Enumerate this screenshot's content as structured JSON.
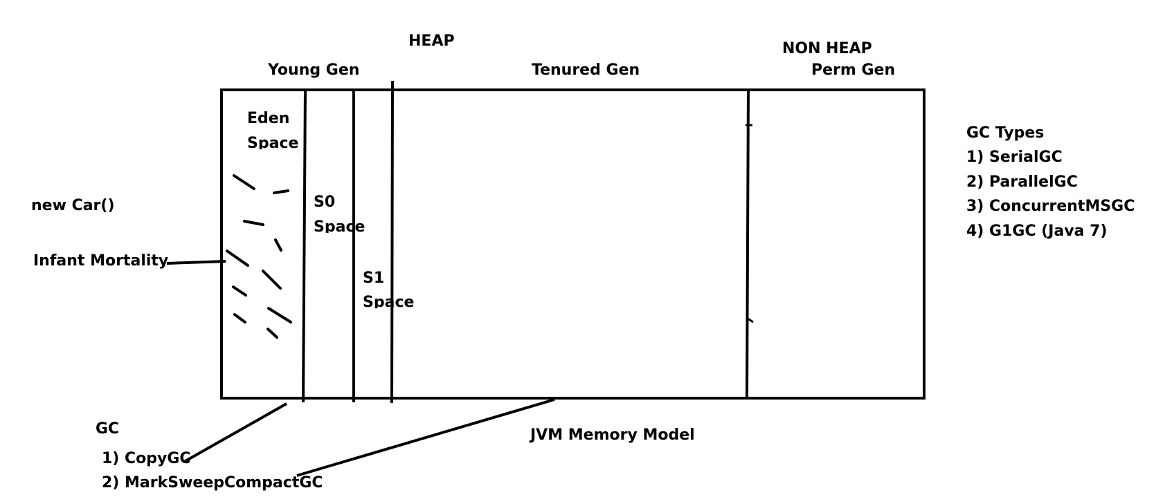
{
  "diagram": {
    "title": "JVM Memory Model",
    "heap": "HEAP",
    "non_heap": "NON HEAP",
    "young_gen": "Young Gen",
    "tenured_gen": "Tenured Gen",
    "perm_gen": "Perm Gen",
    "eden": {
      "line1": "Eden",
      "line2": "Space"
    },
    "s0": {
      "line1": "S0",
      "line2": "Space"
    },
    "s1": {
      "line1": "S1",
      "line2": "Space"
    },
    "new_object": "new Car()",
    "infant_mortality": "Infant Mortality",
    "gc": {
      "heading": "GC",
      "items": [
        "1) CopyGC",
        "2) MarkSweepCompactGC"
      ]
    },
    "gc_types": {
      "heading": "GC Types",
      "items": [
        "1) SerialGC",
        "2) ParallelGC",
        "3) ConcurrentMSGC",
        "4) G1GC (Java 7)"
      ]
    }
  }
}
